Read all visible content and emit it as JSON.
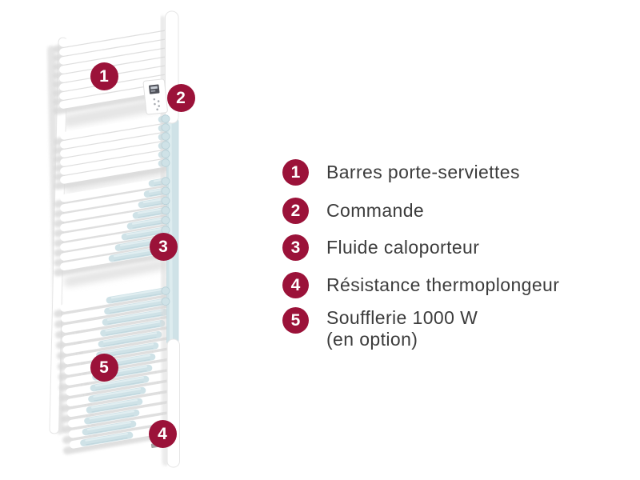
{
  "diagram": {
    "illustration": "towel-radiator",
    "badges": [
      {
        "num": "1"
      },
      {
        "num": "2"
      },
      {
        "num": "3"
      },
      {
        "num": "4"
      },
      {
        "num": "5"
      }
    ],
    "parts": {
      "control_panel_icon": "control-panel",
      "brand_mark_icon": "brand-mark"
    }
  },
  "legend": {
    "items": [
      {
        "num": "1",
        "text": "Barres porte-serviettes"
      },
      {
        "num": "2",
        "text": "Commande"
      },
      {
        "num": "3",
        "text": "Fluide caloporteur"
      },
      {
        "num": "4",
        "text": "Résistance thermoplongeur"
      },
      {
        "num": "5",
        "text": "Soufflerie 1000 W",
        "text2": "(en option)"
      }
    ]
  },
  "colors": {
    "badge": "#9B1239",
    "fluid": "#CFE2E7",
    "text": "#3C3C3C",
    "shadow": "#D8D8D8"
  }
}
